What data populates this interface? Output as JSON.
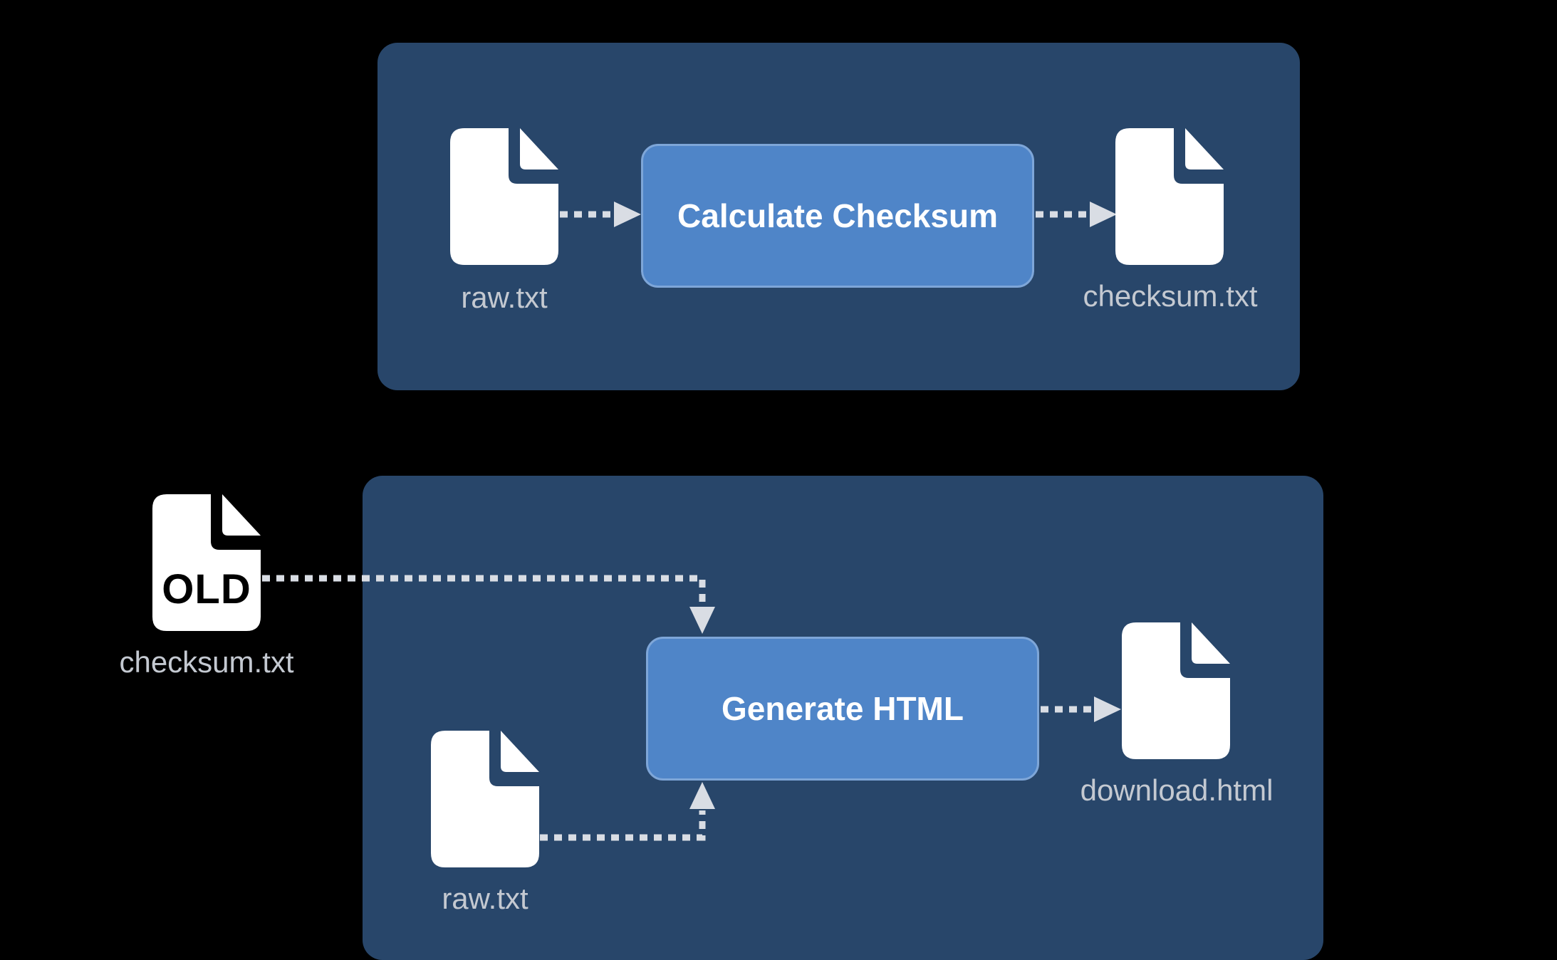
{
  "colors": {
    "background": "#000000",
    "panel": "#28466a",
    "process_box": "#4f85c8",
    "process_border": "#7ea6d8",
    "connector": "#d9dde4",
    "label": "#c4c9d1"
  },
  "top_pipeline": {
    "input_file": {
      "label": "raw.txt",
      "icon": "document-icon"
    },
    "process": {
      "label": "Calculate Checksum"
    },
    "output_file": {
      "label": "checksum.txt",
      "icon": "document-icon"
    }
  },
  "bottom_pipeline": {
    "old_file": {
      "badge": "OLD",
      "label": "checksum.txt",
      "icon": "document-icon"
    },
    "input_file": {
      "label": "raw.txt",
      "icon": "document-icon"
    },
    "process": {
      "label": "Generate HTML"
    },
    "output_file": {
      "label": "download.html",
      "icon": "document-icon"
    }
  }
}
